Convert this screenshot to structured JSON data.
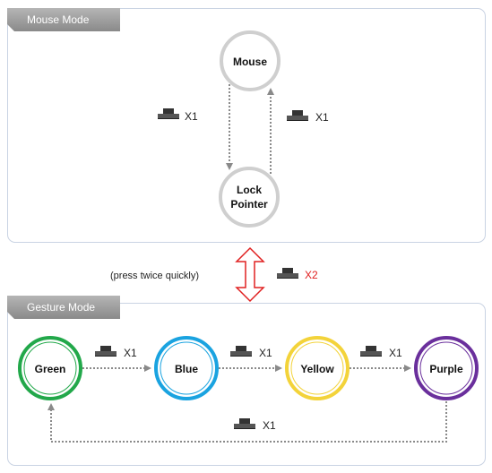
{
  "mouse_mode": {
    "title": "Mouse Mode",
    "nodes": {
      "mouse": "Mouse",
      "lock_line1": "Lock",
      "lock_line2": "Pointer"
    },
    "press_left": "X1",
    "press_right": "X1"
  },
  "switch": {
    "note": "(press twice quickly)",
    "press": "X2",
    "press_color": "#e02020"
  },
  "gesture_mode": {
    "title": "Gesture Mode",
    "nodes": [
      {
        "label": "Green",
        "color": "#22a84a"
      },
      {
        "label": "Blue",
        "color": "#1aa3e0"
      },
      {
        "label": "Yellow",
        "color": "#f3d33a"
      },
      {
        "label": "Purple",
        "color": "#6a2f9c"
      }
    ],
    "press_labels": [
      "X1",
      "X1",
      "X1"
    ],
    "return_press": "X1"
  },
  "colors": {
    "node_gray": "#cfcfcf",
    "arrow": "#8a8a8a",
    "panel_border": "#c9d3e3"
  }
}
